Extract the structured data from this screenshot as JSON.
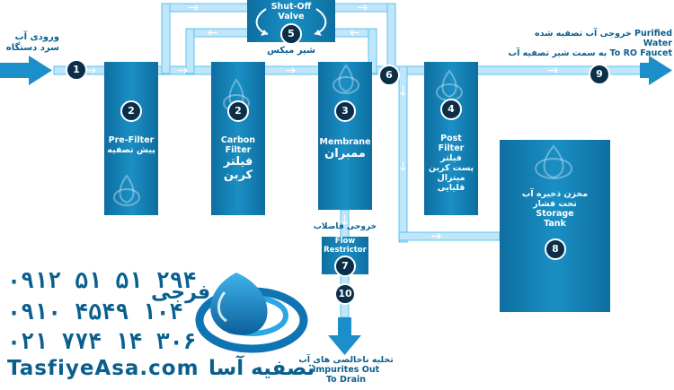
{
  "inlet": {
    "fa": "ورودی آب",
    "fa2": "سرد دستگاه"
  },
  "outlet": {
    "fa": "خروجی آب تصفیه شده",
    "fa2": "به سمت شیر تصفیه آب",
    "en": "Purified Water",
    "en2": "To RO Faucet"
  },
  "shutoff": {
    "en": "Shut-Off",
    "en2": "Valve",
    "fa": "شیر میکس",
    "num": "5"
  },
  "prefilter": {
    "en": "Pre-Filter",
    "fa": "پیش تصفیه",
    "num": "2"
  },
  "carbon": {
    "en": "Carbon",
    "en2": "Filter",
    "fa": "فیلتر",
    "fa2": "کربن",
    "num": "2"
  },
  "membrane": {
    "en": "Membrane",
    "fa": "ممبران",
    "num": "3"
  },
  "post": {
    "num": "4",
    "en": "Post",
    "en2": "Filter",
    "fa": "فیلتر",
    "fa2": "پست کربن",
    "fa3": "میترال",
    "fa4": "قلیایی"
  },
  "tank": {
    "fa": "مخزن ذخیره آب",
    "fa2": "تحت فشار",
    "en": "Storage",
    "en2": "Tank",
    "num": "8"
  },
  "restrictor": {
    "fa": "خروجی فاضلاب",
    "en": "Flow",
    "en2": "Restrictor",
    "num": "7"
  },
  "drain": {
    "fa": "تخلیه ناخالصی های آب",
    "en": "Impurites Out",
    "en2": "To Drain",
    "num": "10"
  },
  "badges": {
    "inlet": "1",
    "junction": "6",
    "outlet": "9"
  },
  "brand": {
    "phones": [
      "۰۹۱۲ ۵۱ ۵۱ ۲۹۴",
      "۰۹۱۰ ۴۵۴۹ ۱۰۴",
      "۰۲۱ ۷۷۴ ۱۴ ۳۰۶"
    ],
    "seller": "فرجی",
    "site": "TasfiyeAsa.com",
    "name": "تصفیه آسا"
  },
  "colors": {
    "box": "#1480b3",
    "pipe": "#bfe6fa",
    "pipe_edge": "#5ec3ee",
    "arrow": "#1c8fcb",
    "dark": "#0a5f8e"
  }
}
